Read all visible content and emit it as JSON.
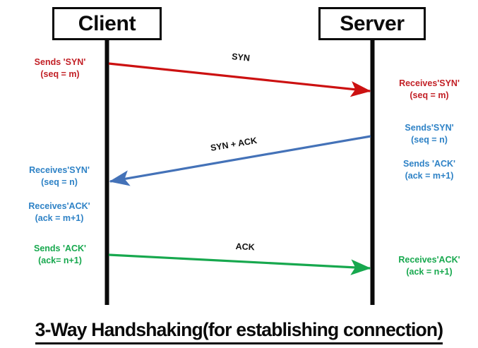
{
  "title": "3-Way Handshaking(for establishing connection)",
  "colors": {
    "red": "#c22026",
    "red_line": "#cc1111",
    "blue": "#2e82c6",
    "blue_line": "#4472b8",
    "green": "#17a84e",
    "green_line": "#17a84e",
    "black": "#0a0a0a"
  },
  "nodes": [
    {
      "id": "client",
      "label": "Client"
    },
    {
      "id": "server",
      "label": "Server"
    }
  ],
  "messages": [
    {
      "id": "syn",
      "label": "SYN",
      "color_key": "red_line",
      "direction": "client-to-server"
    },
    {
      "id": "syn-ack",
      "label": "SYN + ACK",
      "color_key": "blue_line",
      "direction": "server-to-client"
    },
    {
      "id": "ack",
      "label": "ACK",
      "color_key": "green_line",
      "direction": "client-to-server"
    }
  ],
  "annotations": {
    "client_syn_send": {
      "line1": "Sends 'SYN'",
      "line2": "(seq = m)"
    },
    "server_syn_recv": {
      "line1": "Receives'SYN'",
      "line2": "(seq = m)"
    },
    "server_syn_send": {
      "line1": "Sends'SYN'",
      "line2": "(seq = n)"
    },
    "server_ack_send": {
      "line1": "Sends 'ACK'",
      "line2": "(ack = m+1)"
    },
    "client_syn_recv": {
      "line1": "Receives'SYN'",
      "line2": "(seq = n)"
    },
    "client_ack_recv": {
      "line1": "Receives'ACK'",
      "line2": "(ack = m+1)"
    },
    "client_ack_send": {
      "line1": "Sends 'ACK'",
      "line2": "(ack= n+1)"
    },
    "server_ack_recv": {
      "line1": "Receives'ACK'",
      "line2": "(ack = n+1)"
    }
  }
}
